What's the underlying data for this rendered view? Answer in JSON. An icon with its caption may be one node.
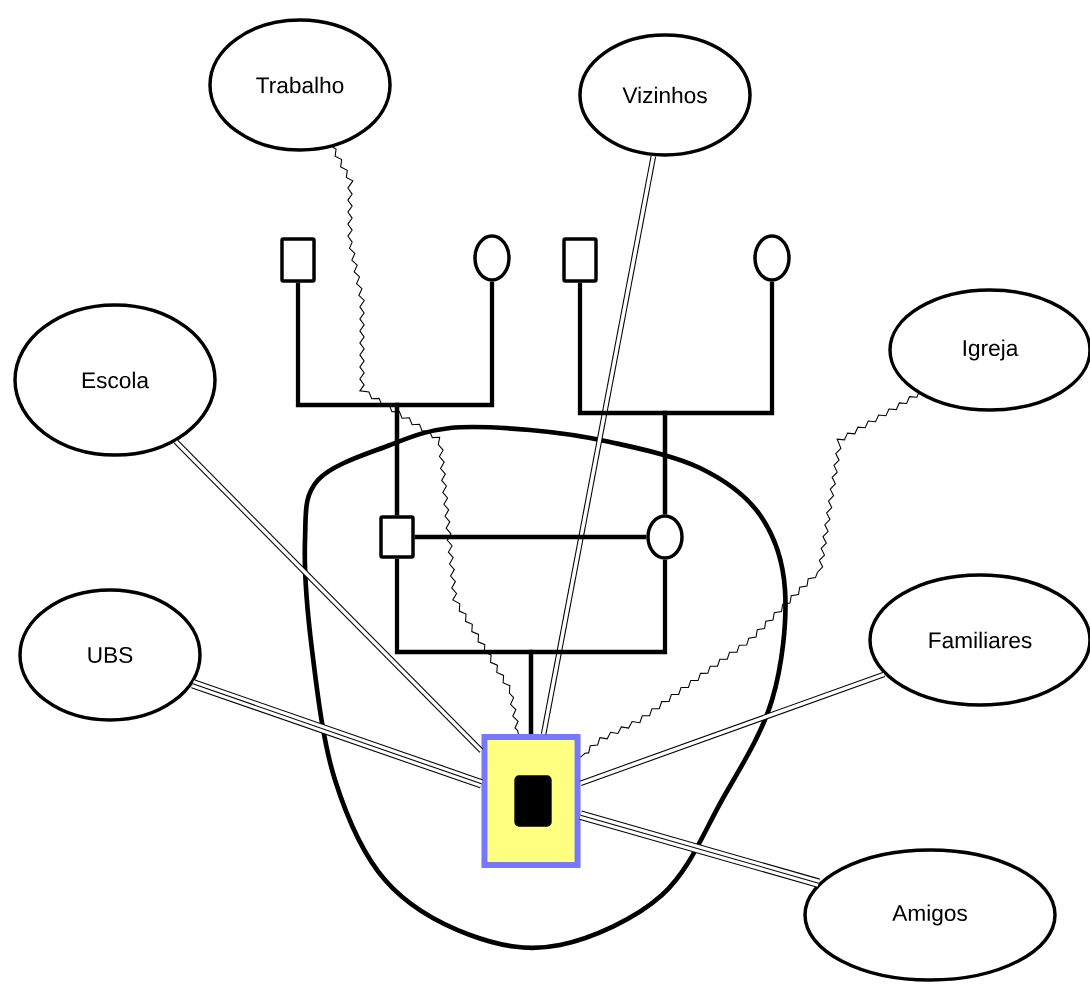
{
  "diagram": {
    "nodes": [
      {
        "text": [
          "Trabalho"
        ]
      },
      {
        "text": [
          "Vizinhos"
        ]
      },
      {
        "text": [
          "Escola"
        ]
      },
      {
        "text": [
          "Igreja"
        ]
      },
      {
        "text": [
          "UBS"
        ]
      },
      {
        "text": [
          "Familiares"
        ]
      },
      {
        "text": [
          "Amigos"
        ]
      },
      {
        "text": [],
        "shape": "box"
      },
      {
        "text": [],
        "shape": "circle"
      },
      {
        "text": [],
        "shape": "box"
      },
      {
        "text": [],
        "shape": "circle"
      },
      {
        "text": [],
        "shape": "cloud"
      },
      {
        "text": [],
        "shape": "box",
        "in": 11
      },
      {
        "text": [],
        "shape": "circle",
        "in": 11
      },
      {
        "text": [],
        "shape": "box",
        "in": 11
      },
      {
        "text": [],
        "shape": "box",
        "in": 14
      }
    ],
    "edges": [
      {
        "from": 0,
        "to": 14,
        "arrow": "none"
      },
      {
        "from": 1,
        "to": 14,
        "arrow": "none"
      },
      {
        "from": 2,
        "to": 14,
        "arrow": "none"
      },
      {
        "from": 3,
        "to": 14,
        "arrow": "none"
      },
      {
        "from": 4,
        "to": 14,
        "arrow": "none",
        "style": "thick"
      },
      {
        "from": 5,
        "to": 14,
        "arrow": "none"
      },
      {
        "from": 6,
        "to": 14,
        "arrow": "none",
        "style": "thick"
      },
      {
        "from": 7,
        "to": 12,
        "arrow": "none"
      },
      {
        "from": 8,
        "to": 12,
        "arrow": "none"
      },
      {
        "from": 9,
        "to": 13,
        "arrow": "none"
      },
      {
        "from": 10,
        "to": 13,
        "arrow": "none"
      },
      {
        "from": 12,
        "to": 13,
        "arrow": "none"
      },
      {
        "from": 12,
        "to": 14,
        "arrow": "none"
      },
      {
        "from": 13,
        "to": 14,
        "arrow": "none"
      }
    ]
  }
}
